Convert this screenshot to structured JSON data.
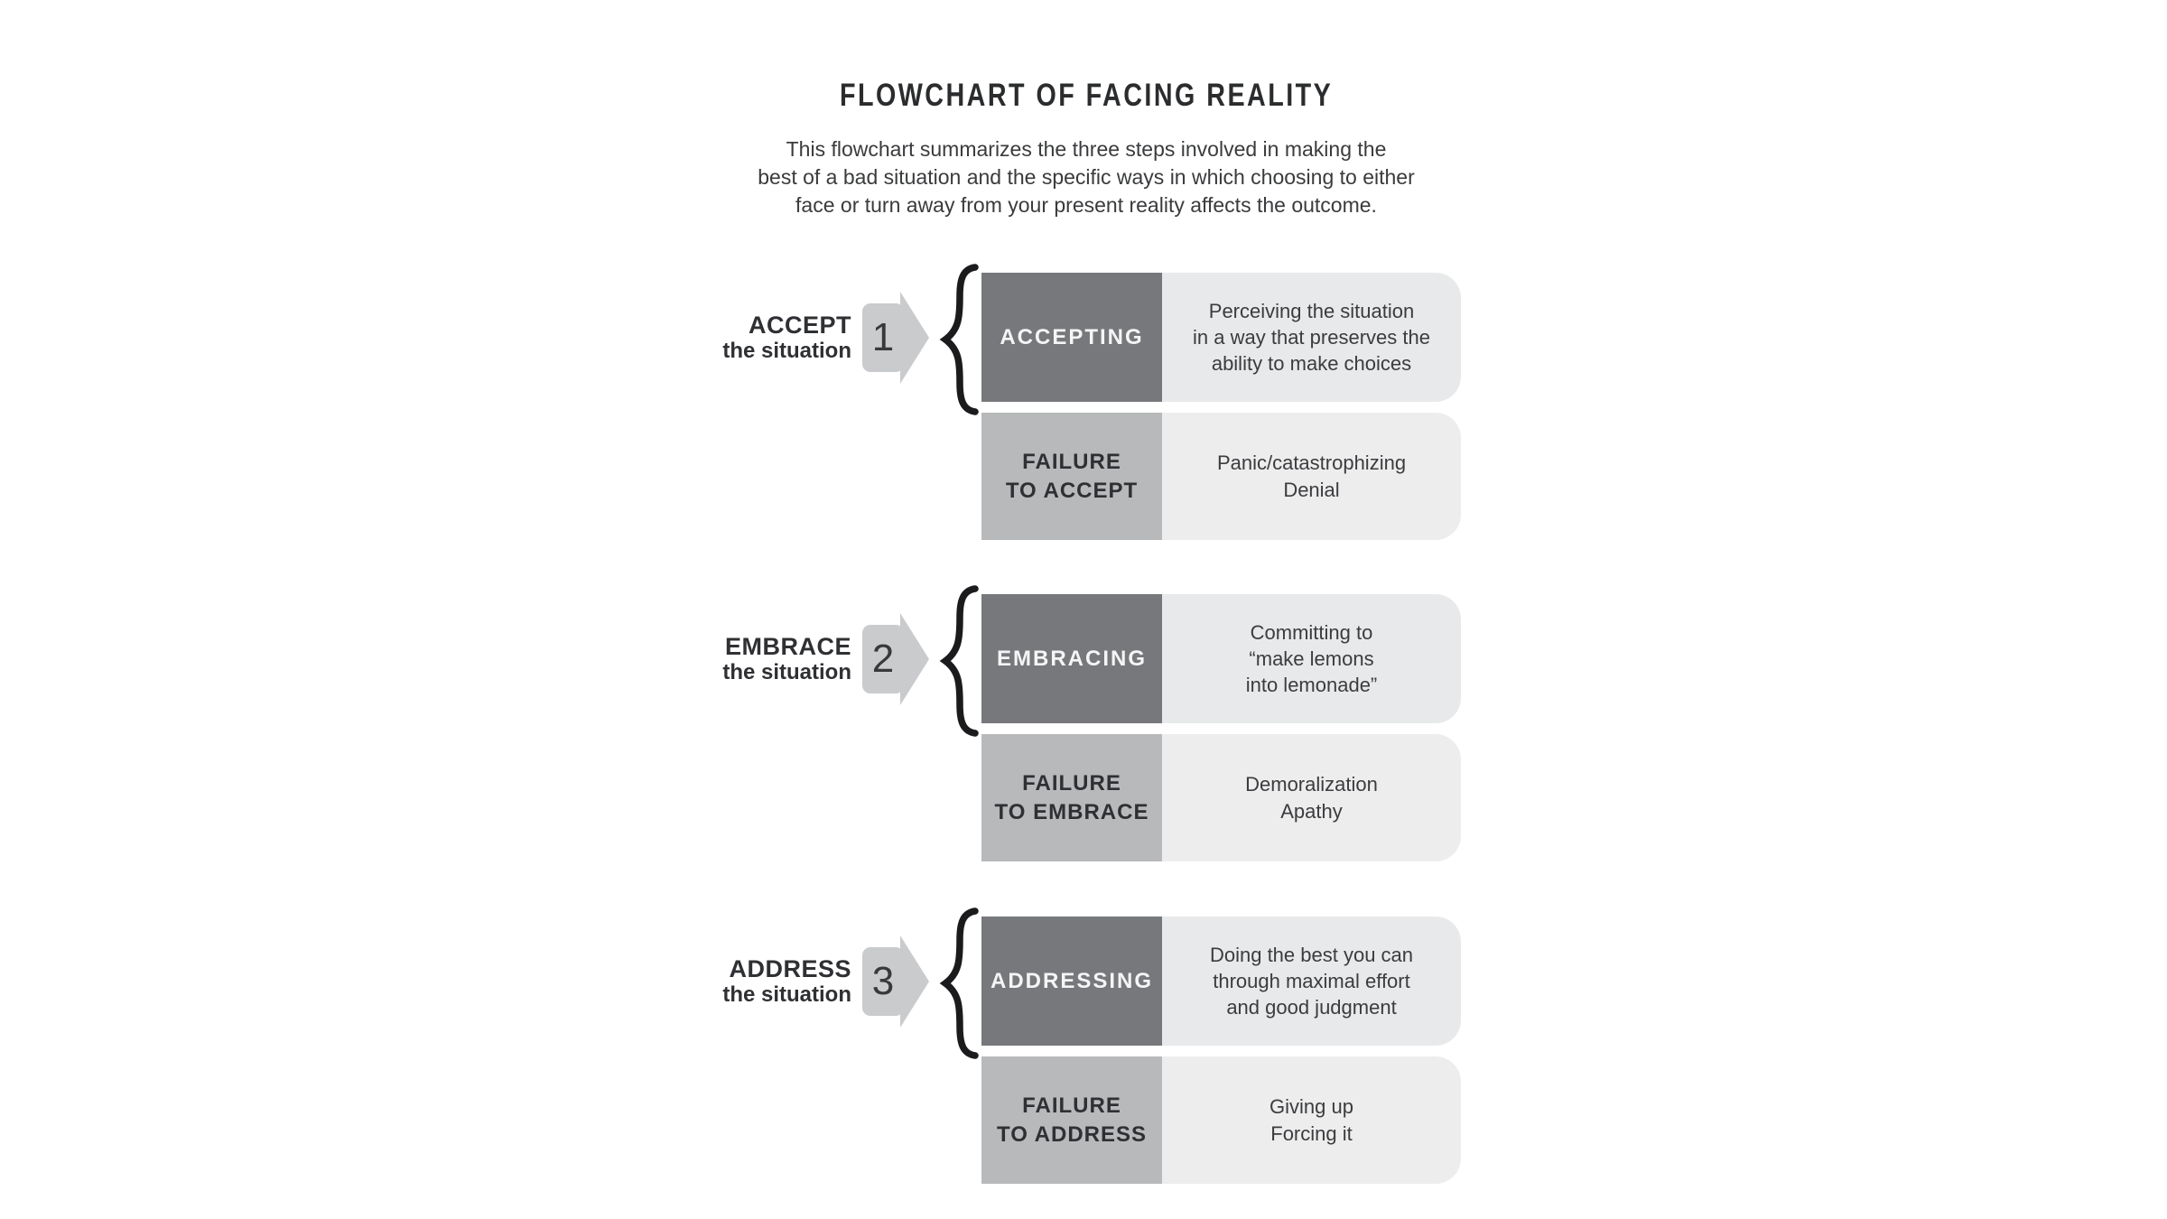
{
  "title": "FLOWCHART OF FACING REALITY",
  "subtitle_lines": [
    "This flowchart summarizes the three steps involved in making the",
    "best of a bad situation and the specific ways in which choosing to either",
    "face or turn away from your present reality affects the outcome."
  ],
  "sections": [
    {
      "number": "1",
      "label_top": "ACCEPT",
      "label_bottom": "the situation",
      "action": {
        "name": "ACCEPTING",
        "desc_lines": [
          "Perceiving the situation",
          "in a way that preserves the",
          "ability to make choices"
        ]
      },
      "failure": {
        "name_lines": [
          "FAILURE",
          "TO ACCEPT"
        ],
        "desc_lines": [
          "Panic/catastrophizing",
          "Denial"
        ]
      }
    },
    {
      "number": "2",
      "label_top": "EMBRACE",
      "label_bottom": "the situation",
      "action": {
        "name": "EMBRACING",
        "desc_lines": [
          "Committing to",
          "“make lemons",
          "into lemonade”"
        ]
      },
      "failure": {
        "name_lines": [
          "FAILURE",
          "TO EMBRACE"
        ],
        "desc_lines": [
          "Demoralization",
          "Apathy"
        ]
      }
    },
    {
      "number": "3",
      "label_top": "ADDRESS",
      "label_bottom": "the situation",
      "action": {
        "name": "ADDRESSING",
        "desc_lines": [
          "Doing the best you can",
          "through maximal effort",
          "and good judgment"
        ]
      },
      "failure": {
        "name_lines": [
          "FAILURE",
          "TO ADDRESS"
        ],
        "desc_lines": [
          "Giving up",
          "Forcing it"
        ]
      }
    }
  ],
  "colors": {
    "title_text": "#2b2c2e",
    "subtitle_text": "#3a3b3d",
    "label_text": "#2f3033",
    "desc_text": "#3b3c3e",
    "number_text": "#39393b",
    "action_box": "#77787b",
    "action_text": "#f5f5f6",
    "failure_box": "#b8b9bb",
    "desc_box": "#e8e9ea",
    "failure_desc_box": "#ededee",
    "arrow": "#cacbcd",
    "brace": "#1b1b1d"
  }
}
